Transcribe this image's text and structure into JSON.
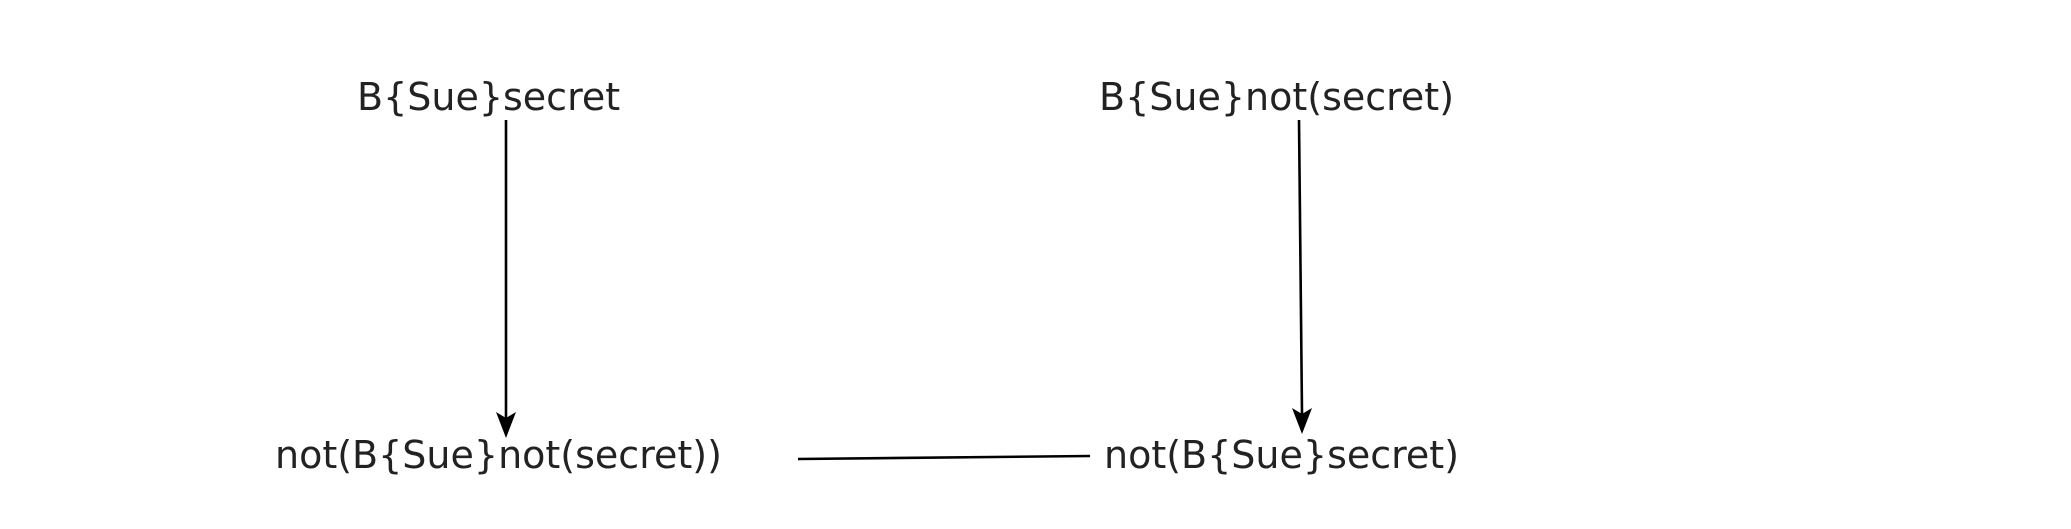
{
  "diagram": {
    "nodes": {
      "top_left": "B{Sue}secret",
      "top_right": "B{Sue}not(secret)",
      "bottom_left": "not(B{Sue}not(secret))",
      "bottom_right": "not(B{Sue}secret)"
    },
    "edges": [
      {
        "from": "top_left",
        "to": "bottom_left",
        "directed": true
      },
      {
        "from": "top_right",
        "to": "bottom_right",
        "directed": true
      },
      {
        "from": "bottom_left",
        "to": "bottom_right",
        "directed": false
      }
    ],
    "colors": {
      "text": "#222222",
      "edge": "#000000",
      "background": "#ffffff"
    }
  }
}
